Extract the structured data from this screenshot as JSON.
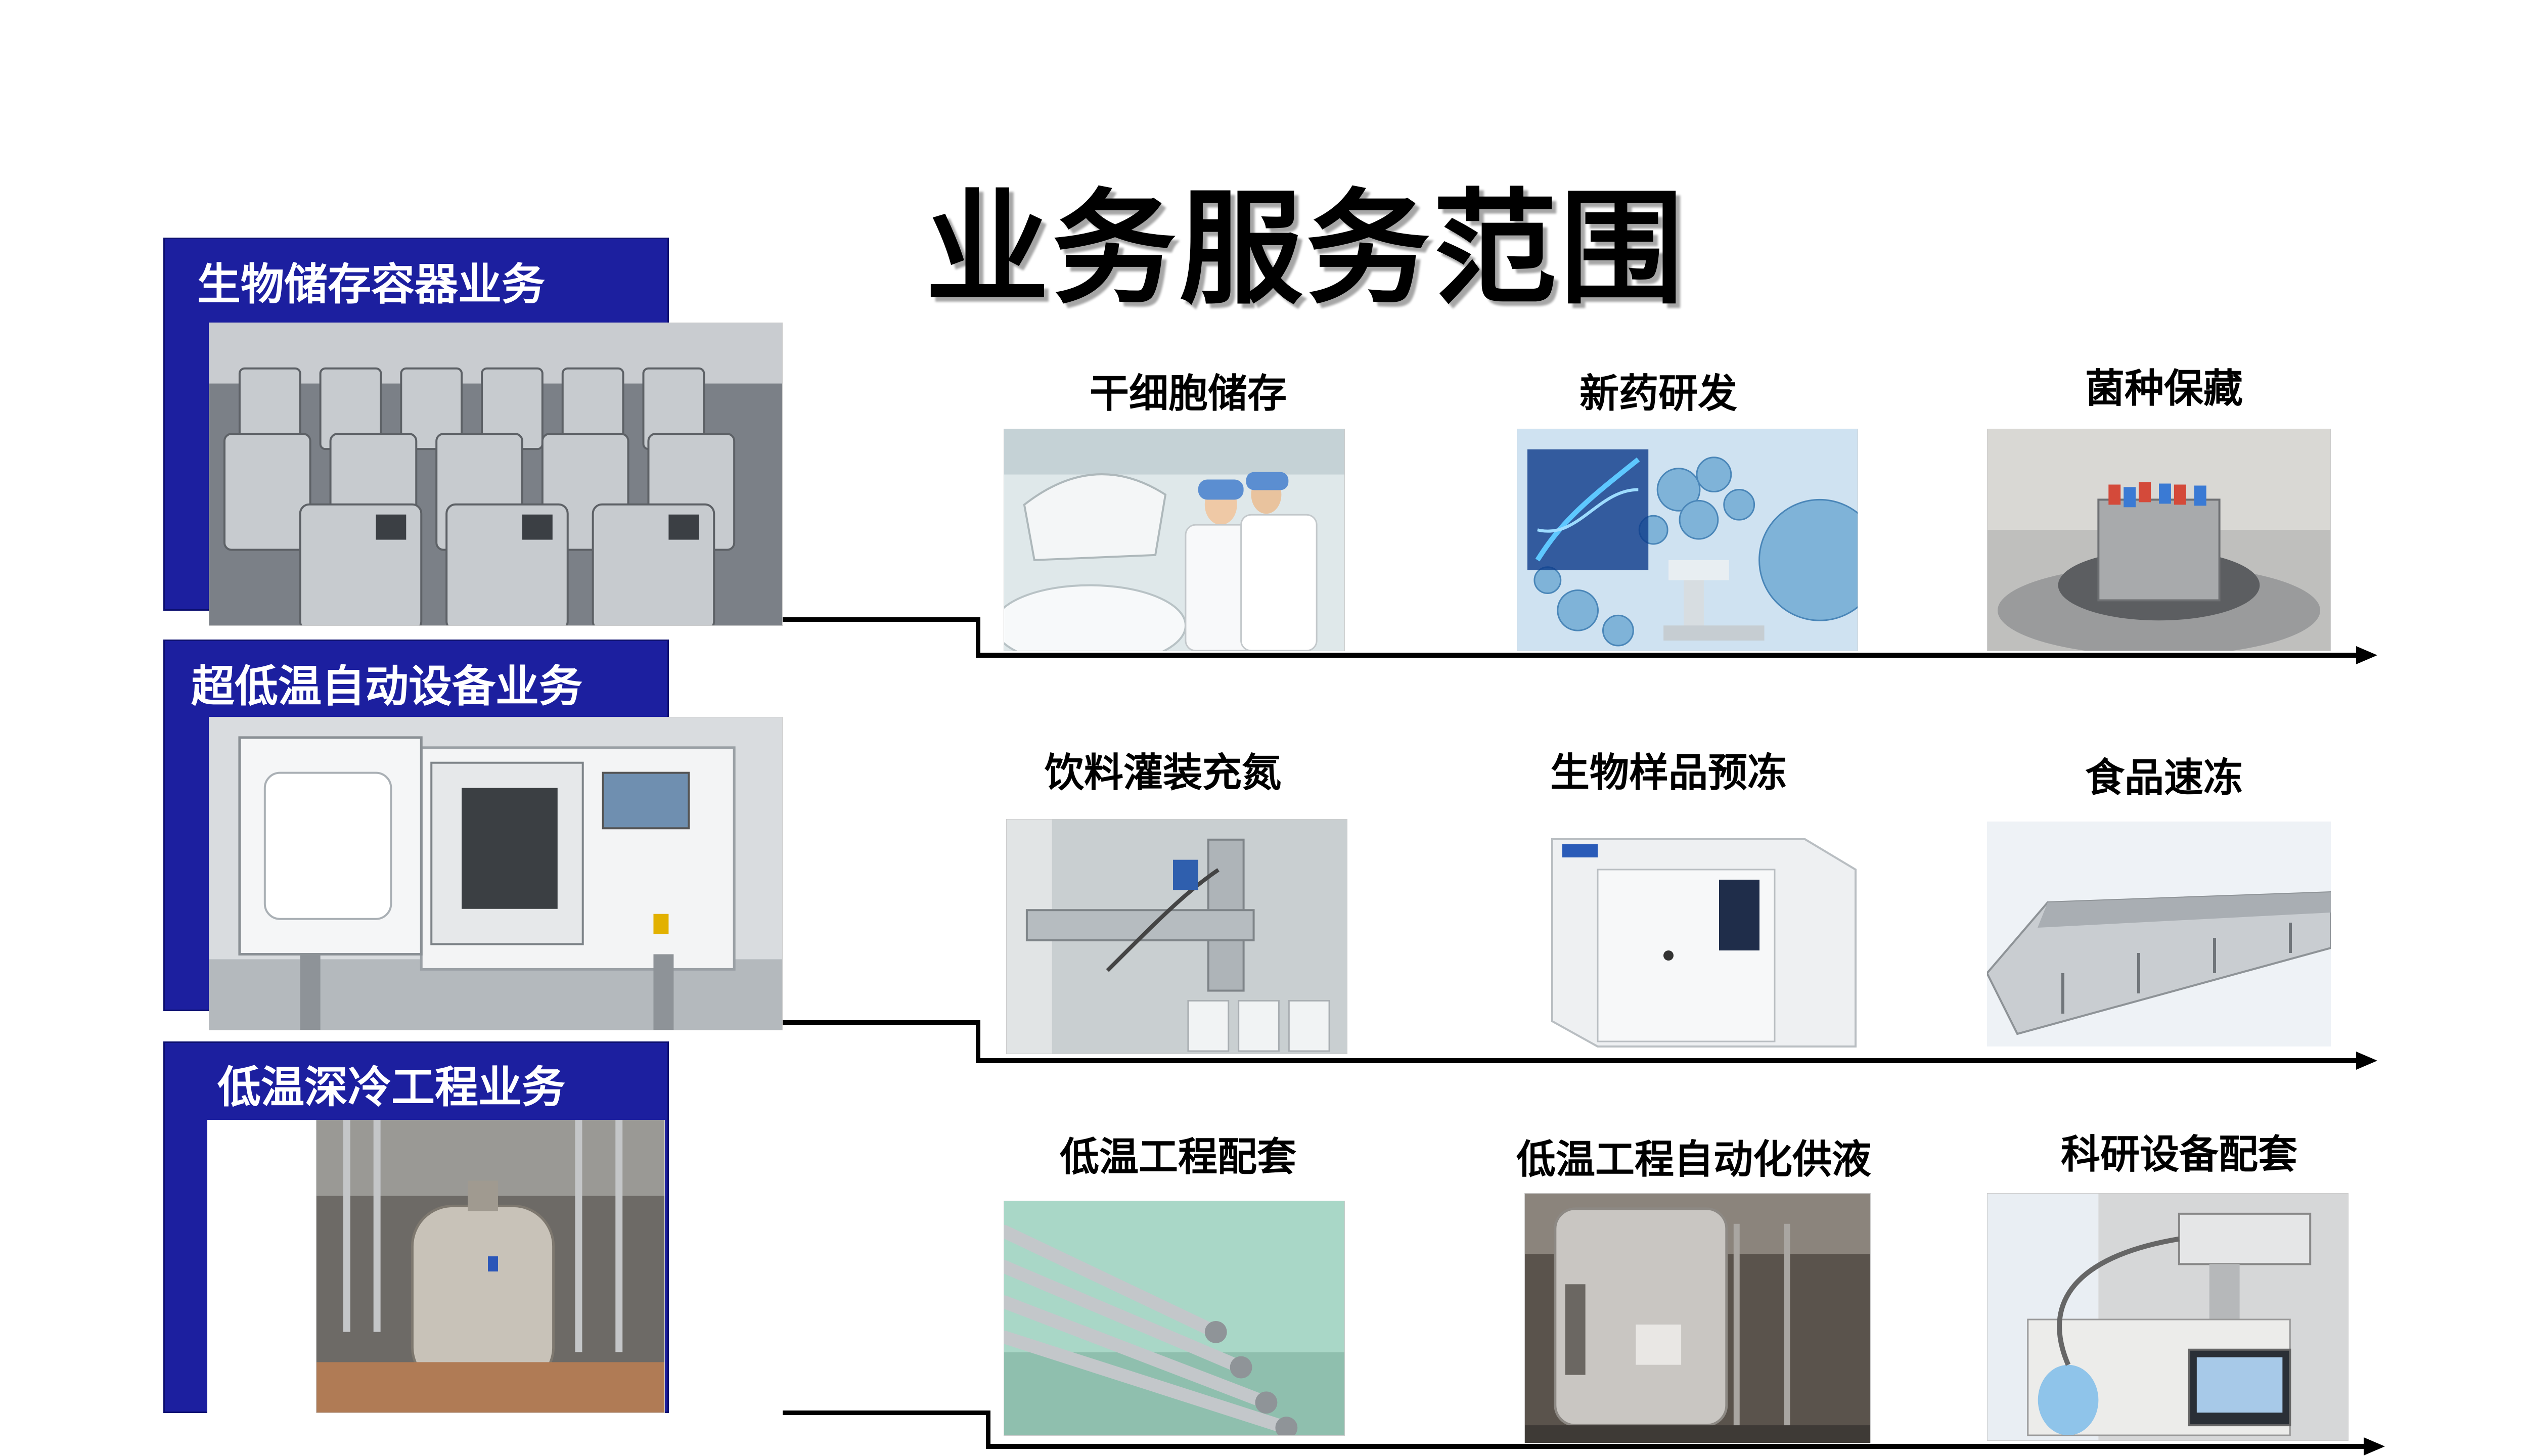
{
  "title": "业务服务范围",
  "categories": [
    {
      "label": "生物储存容器业务",
      "photo_icon": "storage-tanks-photo",
      "services": [
        {
          "label": "干细胞储存",
          "photo_icon": "lab-scientists-photo"
        },
        {
          "label": "新药研发",
          "photo_icon": "molecule-microscope-photo"
        },
        {
          "label": "菌种保藏",
          "photo_icon": "sample-rack-photo"
        }
      ]
    },
    {
      "label": "超低温自动设备业务",
      "photo_icon": "freezer-cabinet-photo",
      "services": [
        {
          "label": "饮料灌装充氮",
          "photo_icon": "nitrogen-dosing-photo"
        },
        {
          "label": "生物样品预冻",
          "photo_icon": "prefreezer-photo"
        },
        {
          "label": "食品速冻",
          "photo_icon": "tunnel-freezer-photo"
        }
      ]
    },
    {
      "label": "低温深冷工程业务",
      "photo_icon": "cryogenic-dewar-photo",
      "services": [
        {
          "label": "低温工程配套",
          "photo_icon": "vacuum-pipes-photo"
        },
        {
          "label": "低温工程自动化供液",
          "photo_icon": "supply-tank-photo"
        },
        {
          "label": "科研设备配套",
          "photo_icon": "research-equipment-photo"
        }
      ]
    }
  ],
  "colors": {
    "panel_blue": "#1c1f9f",
    "line_black": "#000000"
  }
}
